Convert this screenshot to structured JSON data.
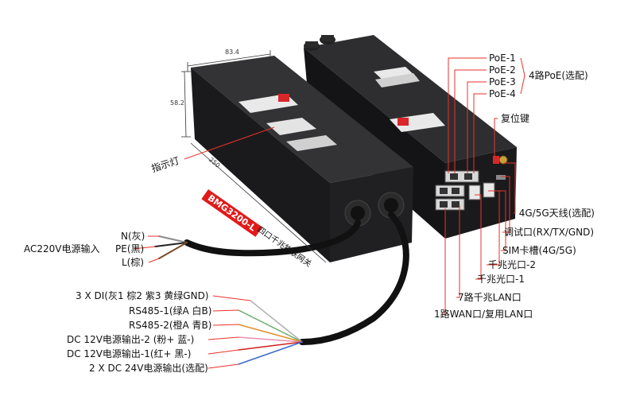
{
  "dimensions": {
    "width": "83.4",
    "height": "58.2",
    "length": "250"
  },
  "model": {
    "name": "BMG3200-L",
    "desc": "四口千兆物联网关"
  },
  "indicator_label": "指示灯",
  "top_right": {
    "poe": [
      "PoE-1",
      "PoE-2",
      "PoE-3",
      "PoE-4"
    ],
    "poe_group": "4路PoE(选配)",
    "reset": "复位键"
  },
  "right": {
    "antenna": "4G/5G天线(选配)",
    "debug": "调试口(RX/TX/GND)",
    "sim": "SIM卡槽(4G/5G)",
    "sfp2": "千兆光口-2",
    "sfp1": "千兆光口-1",
    "lan": "7路千兆LAN口",
    "wan": "1路WAN口/复用LAN口"
  },
  "left": {
    "ac_title": "AC220V电源输入",
    "ac_wires": [
      "N(灰)",
      "PE(黑)",
      "L(棕)"
    ],
    "cables": [
      "3 X DI(灰1 棕2 紫3 黄绿GND)",
      "RS485-1(绿A 白B)",
      "RS485-2(橙A 青B)",
      "DC 12V电源输出-2 (粉+ 蓝-)",
      "DC 12V电源输出-1(红+ 黑-)",
      "2 X DC 24V电源输出(选配)"
    ]
  },
  "colors": {
    "leader": "#e8322c",
    "device": "#1c1c1e",
    "accent": "#d9262b"
  }
}
